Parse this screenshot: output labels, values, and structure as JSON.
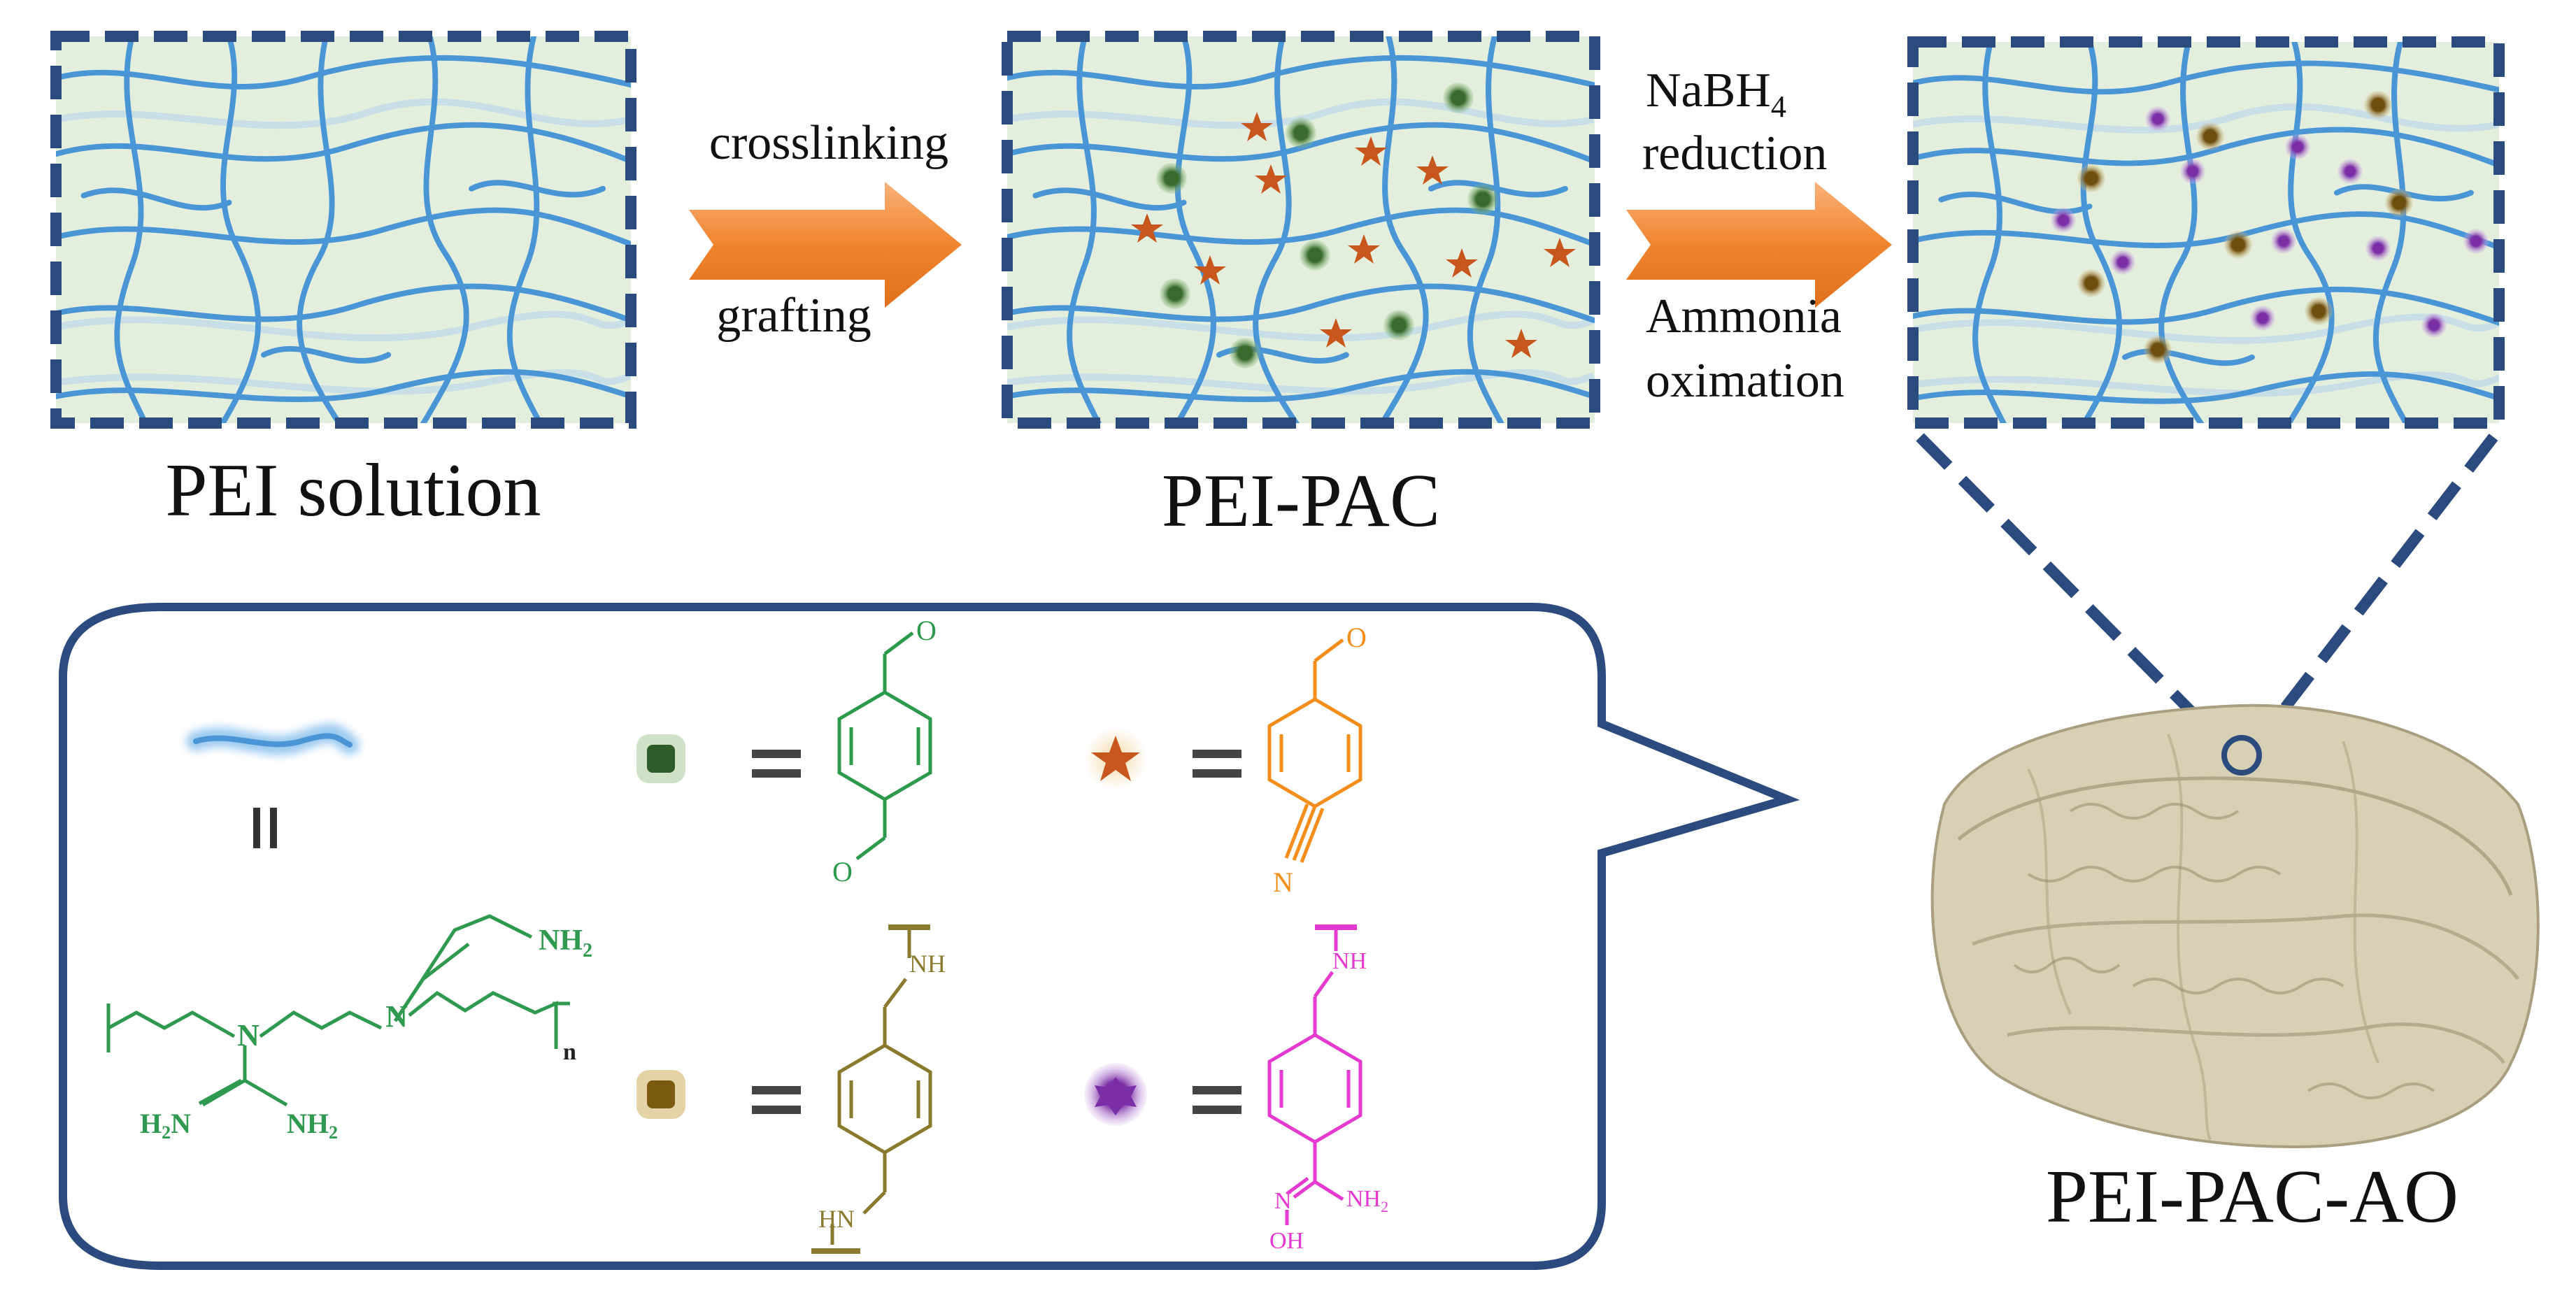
{
  "captions": {
    "pei_solution": "PEI solution",
    "pei_pac": "PEI-PAC",
    "pei_pac_ao": "PEI-PAC-AO"
  },
  "steps": {
    "step1_top": "crosslinking",
    "step1_bottom": "grafting",
    "step2_line1_main": "NaBH",
    "step2_line1_sub": "4",
    "step2_line2": "reduction",
    "step2_line3": "Ammonia",
    "step2_line4": "oximation"
  },
  "legend": {
    "pei_structure": {
      "nh2_top": "NH",
      "nh2_top_sub": "2",
      "n1": "N",
      "n2": "N",
      "repeat_n": "n",
      "h2n_left": "H",
      "h2n_left_sub": "2",
      "h2n_left_end": "N",
      "nh2_right": "NH",
      "nh2_right_sub": "2"
    },
    "dialdehyde": {
      "o_top": "O",
      "o_bottom": "O"
    },
    "cyanobenzaldehyde": {
      "o_top": "O",
      "n_label": "N"
    },
    "reduced_linker": {
      "nh_top": "NH",
      "hn_bottom": "HN"
    },
    "amidoxime": {
      "nh_top": "NH",
      "n_label": "N",
      "oh": "OH",
      "nh2": "NH",
      "nh2_sub": "2"
    }
  },
  "colors": {
    "network_bg": "#e3efdc",
    "chain": "#4a95d6",
    "frame": "#2b4b7e",
    "arrow": "#f08a3c",
    "dialdehyde": "#2b9a4a",
    "crosslink_node": "#2f5a2a",
    "star": "#c8571e",
    "cyano": "#f58d1b",
    "reduced": "#8a7a2e",
    "reduced_node": "#7a5a10",
    "amidoxime": "#e53ad0",
    "ao_node": "#7b2fa6",
    "pei_green": "#2f9a4f",
    "sponge": "#d8d0b4"
  }
}
